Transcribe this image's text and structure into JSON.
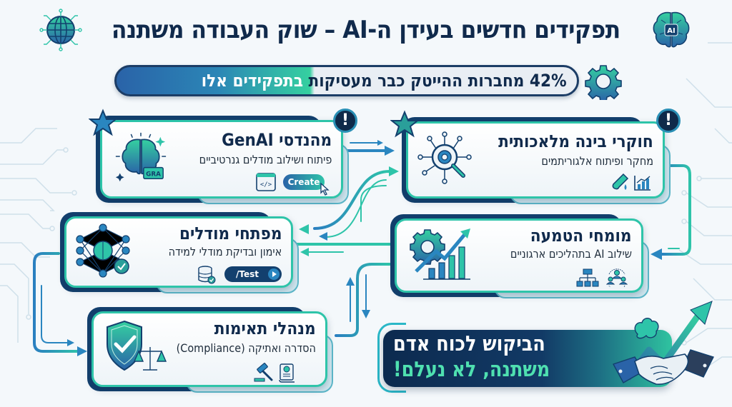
{
  "header": {
    "title": "תפקידים חדשים בעידן ה-AI – שוק העבודה משתנה",
    "left_icon": "globe-circuit-icon",
    "right_icon": "ai-brain-icon",
    "right_icon_label": "AI"
  },
  "stat": {
    "text_part1": "42% מחברות ההייטק כבר מ",
    "text_part2": "עסיקות",
    "text_part3": " בתפקידים אלו",
    "icon": "gear-icon"
  },
  "cards": [
    {
      "id": "genai-engineers",
      "title": "מהנדסי GenAI",
      "subtitle": "פיתוח ושילוב מודלים גנרטיביים",
      "main_icon": "brain-sparkle-icon",
      "main_icon_label": "GRA",
      "mini_icons": [
        "code-window-icon"
      ],
      "button_label": "Create",
      "badges": [
        "star-icon",
        "exclamation-icon"
      ]
    },
    {
      "id": "ai-researchers",
      "title": "חוקרי בינה מלאכותית",
      "subtitle": "מחקר ופיתוח אלגוריתמים",
      "main_icon": "gear-magnifier-network-icon",
      "mini_icons": [
        "bar-chart-icon",
        "test-tube-icon"
      ],
      "badges": [
        "star-icon",
        "exclamation-icon"
      ]
    },
    {
      "id": "model-developers",
      "title": "מפתחי מודלים",
      "subtitle": "אימון ובדיקת מודלי למידה",
      "main_icon": "neural-network-brain-icon",
      "mini_icons": [
        "database-check-icon"
      ],
      "button_label": "/Test",
      "badges": []
    },
    {
      "id": "implementation-experts",
      "title": "מומחי הטמעה",
      "subtitle": "שילוב AI בתהליכים ארגוניים",
      "main_icon": "gear-growth-chart-icon",
      "mini_icons": [
        "team-icon",
        "org-chart-icon"
      ],
      "badges": []
    },
    {
      "id": "compliance-managers",
      "title": "מנהלי תאימות",
      "subtitle": "הסדרה ואתיקה (Compliance)",
      "main_icon": "shield-check-scales-icon",
      "mini_icons": [
        "certificate-icon",
        "gavel-icon"
      ],
      "badges": []
    }
  ],
  "banner": {
    "line1": "הביקוש לכוח אדם",
    "line2": "משתנה, לא נעלם!",
    "art": "handshake-robot-growth-icon"
  },
  "colors": {
    "navy": "#102a4c",
    "deep_blue": "#13406e",
    "blue": "#2a63a8",
    "teal": "#2ec4a9",
    "mint": "#4fe0b0",
    "bg": "#f4f8fb"
  }
}
